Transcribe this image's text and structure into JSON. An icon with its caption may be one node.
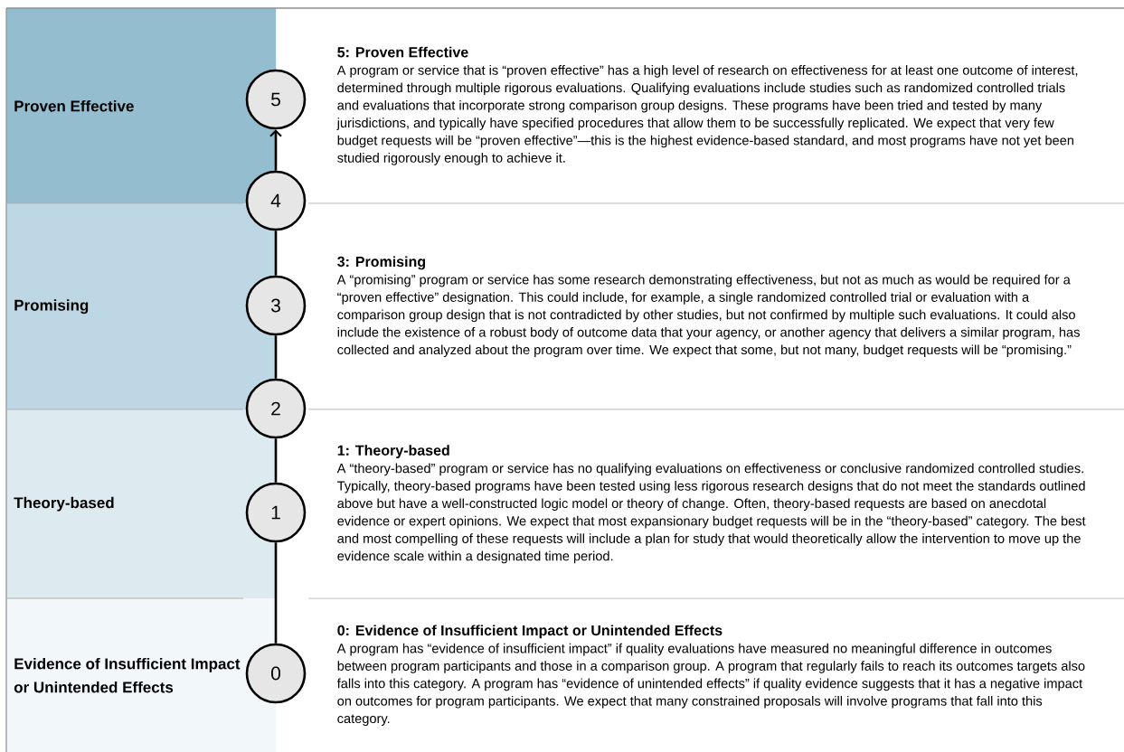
{
  "diagram": {
    "nodes": [
      {
        "text": [
          "Proven Effective"
        ]
      },
      {
        "text": [
          "5"
        ]
      },
      {
        "text": [
          "5: Proven Effective",
          "A program or service that is “proven effective” has a high level of research on effectiveness for at least one outcome of interest, determined through multiple rigorous evaluations. Qualifying evaluations include studies such as randomized controlled trials and evaluations that incorporate strong comparison group designs. These programs have been tried and tested by many jurisdictions, and typically have specified procedures that allow them to be successfully replicated. We expect that very few budget requests will be “proven effective”—this is the highest evidence-based standard, and most programs have not yet been studied rigorously enough to achieve it."
        ]
      },
      {
        "text": [
          "4"
        ]
      },
      {
        "text": [
          "Promising"
        ]
      },
      {
        "text": [
          "3"
        ]
      },
      {
        "text": [
          "3: Promising",
          "A “promising” program or service has some research demonstrating effectiveness, but not as much as would be required for a “proven effective” designation. This could include, for example, a single randomized controlled trial or evaluation with a comparison group design that is not contradicted by other studies, but not confirmed by multiple such evaluations. It could also include the existence of a robust body of outcome data that your agency, or another agency that delivers a similar program, has collected and analyzed about the program over time. We expect that some, but not many, budget requests will be “promising.”"
        ]
      },
      {
        "text": [
          "2"
        ]
      },
      {
        "text": [
          "Theory-based"
        ]
      },
      {
        "text": [
          "1"
        ]
      },
      {
        "text": [
          "1: Theory-based",
          "A “theory-based” program or service has no qualifying evaluations on effectiveness or conclusive randomized controlled studies. Typically, theory-based programs have been tested using less rigorous research designs that do not meet the standards outlined above but have a well-constructed logic model or theory of change. Often, theory-based requests are based on anecdotal evidence or expert opinions. We expect that most expansionary budget requests will be in the “theory-based” category. The best and most compelling of these requests will include a plan for study that would theoretically allow the intervention to move up the evidence scale within a designated time period."
        ]
      },
      {
        "text": [
          "Evidence of Insufficient Impact or Unintended Effects"
        ]
      },
      {
        "text": [
          "0"
        ]
      },
      {
        "text": [
          "0: Evidence of Insufficient Impact or Unintended Effects",
          "A program has “evidence of insufficient impact” if quality evaluations have measured no meaningful difference in outcomes between program participants and those in a comparison group. A program that regularly fails to reach its outcomes targets also falls into this category. A program has “evidence of unintended effects” if quality evidence suggests that it has a negative impact on outcomes for program participants. We expect that many constrained proposals will involve programs that fall into this category."
        ]
      }
    ],
    "edges": [
      {
        "from": 12,
        "to": 9,
        "arrow": "none"
      },
      {
        "from": 9,
        "to": 7,
        "arrow": "none"
      },
      {
        "from": 7,
        "to": 5,
        "arrow": "none"
      },
      {
        "from": 5,
        "to": 3,
        "arrow": "none"
      },
      {
        "from": 3,
        "to": 1,
        "arrow": "to"
      }
    ]
  }
}
